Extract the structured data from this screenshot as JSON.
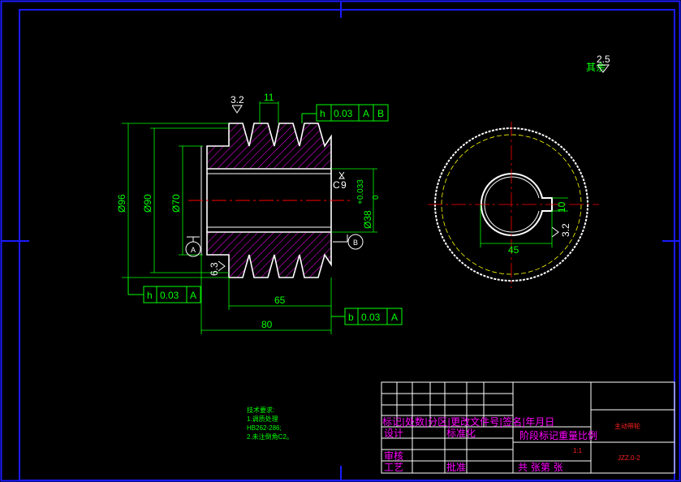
{
  "colors": {
    "background": "#000000",
    "border_blue": "#1a1aff",
    "outline": "#ffffff",
    "dimension": "#00ff00",
    "center_line": "#ff0000",
    "hatch": "#ff00ff",
    "title_text": "#ff00ff",
    "pitch_circle": "#ffff00"
  },
  "drawing": {
    "roughness_top": "3.2",
    "roughness_right": "9",
    "roughness_left": "6.3",
    "roughness_corner": "2.5",
    "roughness_corner_prefix": "其余",
    "roughness_keyway": "3.2",
    "pitch_dim": "11",
    "tolerance_top": {
      "symbol": "h",
      "value": "0.03",
      "datum1": "A",
      "datum2": "B"
    },
    "tolerance_left": {
      "symbol": "h",
      "value": "0.03",
      "datum": "A"
    },
    "tolerance_bottom": {
      "symbol": "b",
      "value": "0.03",
      "datum": "A"
    },
    "dia_96": "Ø96",
    "dia_90": "Ø90",
    "dia_70": "Ø70",
    "bore": "Ø38",
    "bore_tol_upper": "+0.033",
    "bore_tol_lower": "0",
    "width_65": "65",
    "width_80": "80",
    "keyway_width": "10",
    "keyway_depth": "45",
    "datum_a": "A",
    "datum_b": "B",
    "chamfer_mark": "C"
  },
  "notes": {
    "title": "技术要求:",
    "line1": "1.调质处理",
    "line2": "HB262-286;",
    "line3": "2.未注倒角C2。"
  },
  "title_block": {
    "row1": "标记|处数|分区|更改文件号|签名|年月日",
    "design": "设计",
    "standardize": "标准化",
    "stage_label": "阶段标记重量比例",
    "review": "审核",
    "craft": "工艺",
    "approve": "批准",
    "sheets": "共  张第  张",
    "scale": "1:1",
    "part_name": "主动带轮",
    "part_code": "JZZ.0-2"
  }
}
